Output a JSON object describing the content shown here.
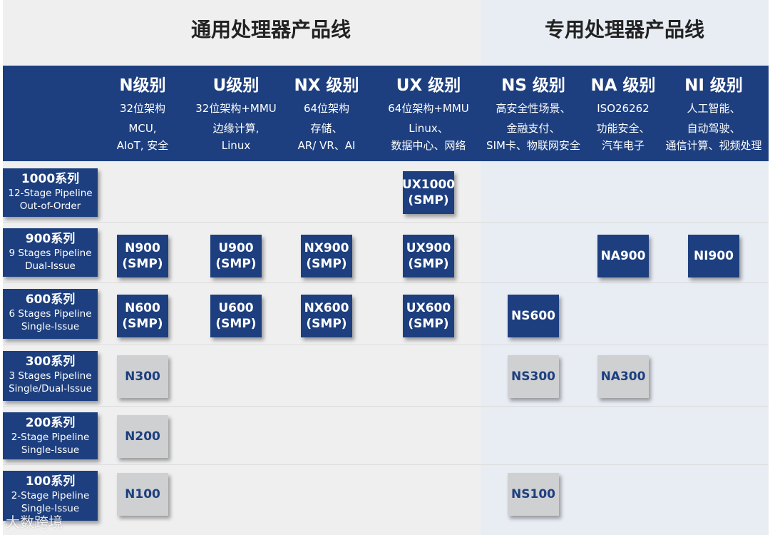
{
  "sections": {
    "general": "通用处理器产品线",
    "special": "专用处理器产品线"
  },
  "columns": [
    {
      "level": "N级别",
      "desc": [
        "32位架构",
        "MCU,",
        "AIoT, 安全"
      ]
    },
    {
      "level": "U级别",
      "desc": [
        "32位架构+MMU",
        "边缘计算,",
        "Linux"
      ]
    },
    {
      "level": "NX 级别",
      "desc": [
        "64位架构",
        "存储、",
        "AR/ VR、AI"
      ]
    },
    {
      "level": "UX 级别",
      "desc": [
        "64位架构+MMU",
        "Linux、",
        "数据中心、网络"
      ]
    },
    {
      "level": "NS 级别",
      "desc": [
        "高安全性场景、",
        "金融支付、",
        "SIM卡、物联网安全"
      ]
    },
    {
      "level": "NA 级别",
      "desc": [
        "ISO26262",
        "功能安全、",
        "汽车电子"
      ]
    },
    {
      "level": "NI 级别",
      "desc": [
        "人工智能、",
        "自动驾驶、",
        "通信计算、视频处理"
      ]
    }
  ],
  "rows": [
    {
      "name": "1000系列",
      "pipeline": [
        "12-Stage Pipeline",
        "Out-of-Order"
      ]
    },
    {
      "name": "900系列",
      "pipeline": [
        "9 Stages Pipeline",
        "Dual-Issue"
      ]
    },
    {
      "name": "600系列",
      "pipeline": [
        "6 Stages Pipeline",
        "Single-Issue"
      ]
    },
    {
      "name": "300系列",
      "pipeline": [
        "3 Stages Pipeline",
        "Single/Dual-Issue"
      ]
    },
    {
      "name": "200系列",
      "pipeline": [
        "2-Stage Pipeline",
        "Single-Issue"
      ]
    },
    {
      "name": "100系列",
      "pipeline": [
        "2-Stage Pipeline",
        "Single-Issue"
      ]
    }
  ],
  "chips": [
    {
      "row": 0,
      "col": 3,
      "label": "UX1000\n(SMP)",
      "style": "dark"
    },
    {
      "row": 1,
      "col": 0,
      "label": "N900\n(SMP)",
      "style": "dark"
    },
    {
      "row": 1,
      "col": 1,
      "label": "U900\n(SMP)",
      "style": "dark"
    },
    {
      "row": 1,
      "col": 2,
      "label": "NX900\n(SMP)",
      "style": "dark"
    },
    {
      "row": 1,
      "col": 3,
      "label": "UX900\n(SMP)",
      "style": "dark"
    },
    {
      "row": 1,
      "col": 5,
      "label": "NA900",
      "style": "dark"
    },
    {
      "row": 1,
      "col": 6,
      "label": "NI900",
      "style": "dark"
    },
    {
      "row": 2,
      "col": 0,
      "label": "N600\n(SMP)",
      "style": "dark"
    },
    {
      "row": 2,
      "col": 1,
      "label": "U600\n(SMP)",
      "style": "dark"
    },
    {
      "row": 2,
      "col": 2,
      "label": "NX600\n(SMP)",
      "style": "dark"
    },
    {
      "row": 2,
      "col": 3,
      "label": "UX600\n(SMP)",
      "style": "dark"
    },
    {
      "row": 2,
      "col": 4,
      "label": "NS600",
      "style": "dark"
    },
    {
      "row": 3,
      "col": 0,
      "label": "N300",
      "style": "light"
    },
    {
      "row": 3,
      "col": 4,
      "label": "NS300",
      "style": "light"
    },
    {
      "row": 3,
      "col": 5,
      "label": "NA300",
      "style": "light"
    },
    {
      "row": 4,
      "col": 0,
      "label": "N200",
      "style": "light"
    },
    {
      "row": 5,
      "col": 0,
      "label": "N100",
      "style": "light"
    },
    {
      "row": 5,
      "col": 4,
      "label": "NS100",
      "style": "light"
    }
  ],
  "watermark": "大数跨境"
}
